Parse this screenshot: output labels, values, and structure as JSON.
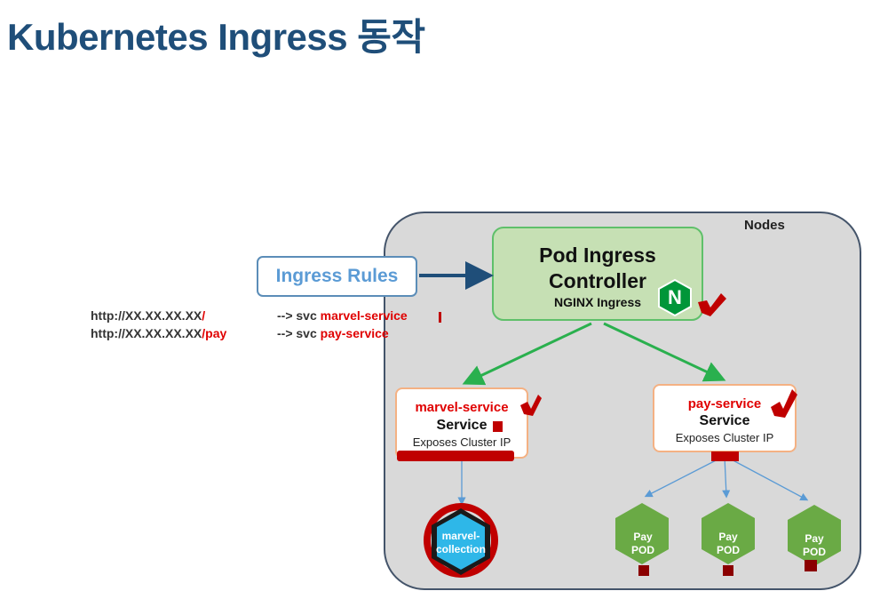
{
  "page": {
    "title": "Kubernetes Ingress 동작"
  },
  "diagram": {
    "nodes_label": "Nodes",
    "ingress_rules_label": "Ingress Rules",
    "controller": {
      "title_line1": "Pod Ingress",
      "title_line2": "Controller",
      "subtitle": "NGINX Ingress",
      "logo_letter": "N"
    },
    "rules": [
      {
        "url": "http://XX.XX.XX.XX",
        "path": "/",
        "arrow": "--> svc",
        "service": "marvel-service"
      },
      {
        "url": "http://XX.XX.XX.XX",
        "path": "/pay",
        "arrow": "--> svc",
        "service": "pay-service"
      }
    ],
    "services": [
      {
        "name": "marvel-service",
        "type": "Service",
        "description": "Exposes Cluster IP"
      },
      {
        "name": "pay-service",
        "type": "Service",
        "description": "Exposes Cluster IP"
      }
    ],
    "marvel_pod": {
      "label_line1": "marvel-",
      "label_line2": "collection"
    },
    "pay_pods": [
      {
        "label_line1": "Pay",
        "label_line2": "POD"
      },
      {
        "label_line1": "Pay",
        "label_line2": "POD"
      },
      {
        "label_line1": "Pay",
        "label_line2": "POD"
      }
    ],
    "colors": {
      "title": "#1f4e79",
      "controller_fill": "#c6e0b4",
      "arrow_green": "#2ab04e",
      "arrow_blue": "#1f4e79",
      "service_border": "#f4b183",
      "pod_green": "#6aaa45",
      "pod_blue": "#2eb7e8",
      "highlight_red": "#e00000"
    }
  }
}
